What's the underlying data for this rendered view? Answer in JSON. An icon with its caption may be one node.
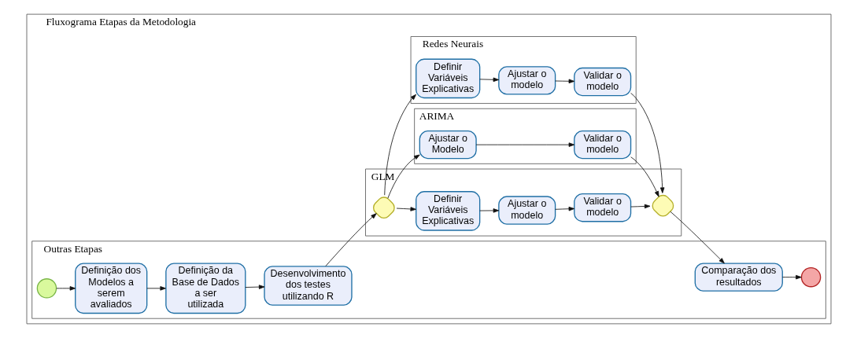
{
  "diagram": {
    "nodes": [
      {
        "text": [
          "Fluxograma Etapas da Metodologia"
        ]
      },
      {
        "text": [
          "Outras Etapas"
        ],
        "in": 0
      },
      {
        "text": [],
        "shape": "circle",
        "in": 1
      },
      {
        "text": [
          "Definição dos Modelos a serem avaliados"
        ],
        "in": 1
      },
      {
        "text": [
          "Definição da Base de Dados a ser utilizada"
        ],
        "in": 1
      },
      {
        "text": [
          "Desenvolvimento dos testes utilizando R"
        ],
        "in": 1
      },
      {
        "text": [
          "Comparação dos resultados"
        ],
        "in": 1
      },
      {
        "text": [],
        "shape": "circle",
        "in": 1
      },
      {
        "text": [
          "ARIMA"
        ],
        "in": 0
      },
      {
        "text": [
          "Ajustar o Modelo"
        ],
        "in": 8
      },
      {
        "text": [
          "Validar o modelo"
        ],
        "in": 8
      },
      {
        "text": [
          "GLM"
        ],
        "in": 0
      },
      {
        "text": [],
        "shape": "diamond",
        "in": 11
      },
      {
        "text": [
          "Definir Variáveis Explicativas"
        ],
        "in": 11
      },
      {
        "text": [
          "Ajustar o modelo"
        ],
        "in": 11
      },
      {
        "text": [
          "Validar o modelo"
        ],
        "in": 11
      },
      {
        "text": [],
        "shape": "diamond",
        "in": 11
      },
      {
        "text": [
          "Redes Neurais"
        ],
        "in": 0
      },
      {
        "text": [
          "Definir Variáveis Explicativas"
        ],
        "in": 17
      },
      {
        "text": [
          "Ajustar o modelo"
        ],
        "in": 17
      },
      {
        "text": [
          "Validar o modelo"
        ],
        "in": 17
      }
    ],
    "edges": [
      {
        "from": 2,
        "to": 3,
        "arrow": "to"
      },
      {
        "from": 3,
        "to": 4,
        "arrow": "to"
      },
      {
        "from": 4,
        "to": 5,
        "arrow": "to"
      },
      {
        "from": 5,
        "to": 12,
        "arrow": "to"
      },
      {
        "from": 12,
        "to": 9,
        "arrow": "to"
      },
      {
        "from": 12,
        "to": 13,
        "arrow": "to"
      },
      {
        "from": 12,
        "to": 18,
        "arrow": "to"
      },
      {
        "from": 9,
        "to": 10,
        "arrow": "to"
      },
      {
        "from": 10,
        "to": 16,
        "arrow": "to"
      },
      {
        "from": 13,
        "to": 14,
        "arrow": "to"
      },
      {
        "from": 14,
        "to": 15,
        "arrow": "to"
      },
      {
        "from": 15,
        "to": 16,
        "arrow": "to"
      },
      {
        "from": 18,
        "to": 19,
        "arrow": "to"
      },
      {
        "from": 19,
        "to": 20,
        "arrow": "to"
      },
      {
        "from": 20,
        "to": 16,
        "arrow": "to"
      },
      {
        "from": 16,
        "to": 6,
        "arrow": "to"
      },
      {
        "from": 6,
        "to": 7,
        "arrow": "to"
      }
    ]
  }
}
